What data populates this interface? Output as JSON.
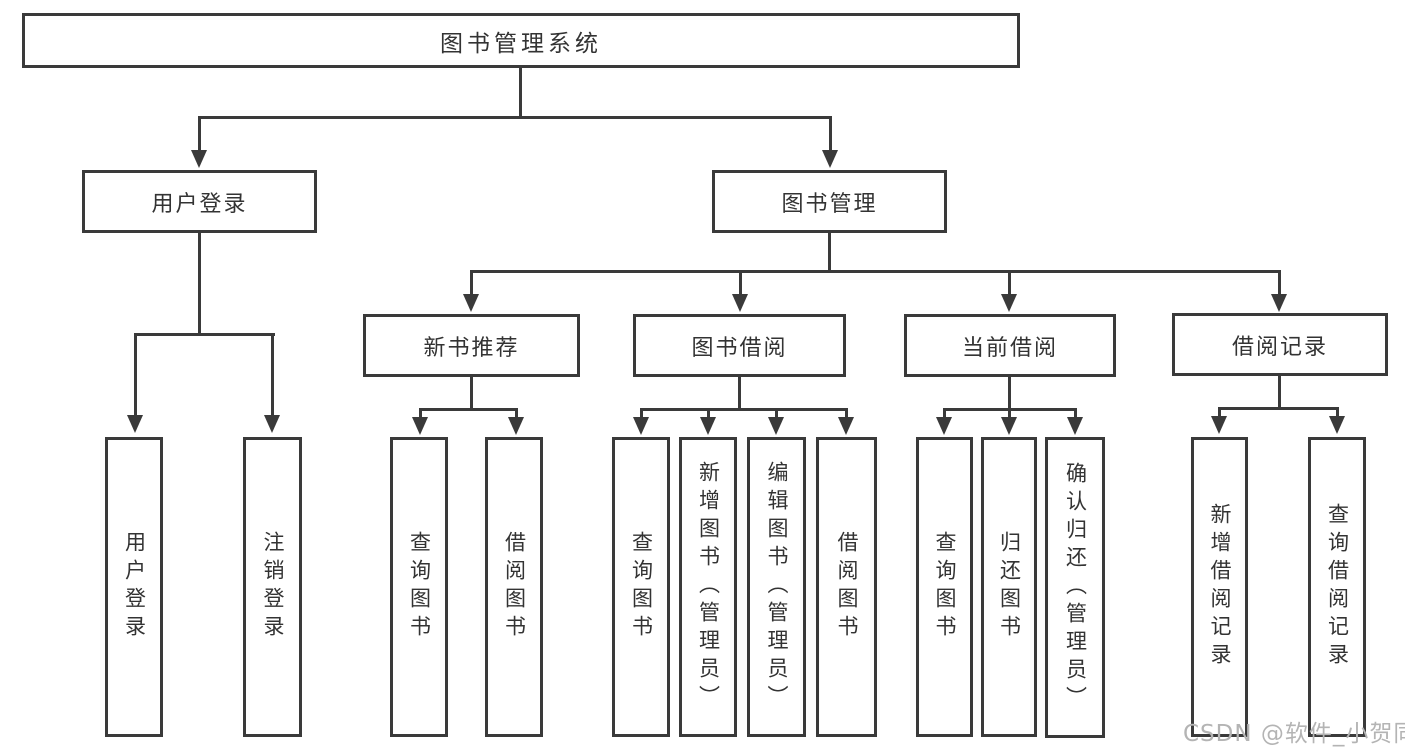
{
  "diagram": {
    "watermark": "CSDN @软件_小贺同学",
    "colors": {
      "line": "#3a3a3a",
      "text": "#333333",
      "background": "#ffffff",
      "watermark": "#b4b4b4"
    }
  },
  "tree": {
    "root": {
      "label": "图书管理系统"
    },
    "level2": {
      "user_login": {
        "label": "用户登录"
      },
      "book_mgmt": {
        "label": "图书管理"
      }
    },
    "level3": {
      "new_book_rec": {
        "label": "新书推荐"
      },
      "book_borrow": {
        "label": "图书借阅"
      },
      "current_borrow": {
        "label": "当前借阅"
      },
      "borrow_record": {
        "label": "借阅记录"
      }
    },
    "leaves": {
      "user_login_login": {
        "label": "用户登录"
      },
      "user_login_logout": {
        "label": "注销登录"
      },
      "rec_query_book": {
        "label": "查询图书"
      },
      "rec_borrow_book": {
        "label": "借阅图书"
      },
      "bb_query_book": {
        "label": "查询图书"
      },
      "bb_add_book": {
        "label": "新增图书（管理员）"
      },
      "bb_edit_book": {
        "label": "编辑图书（管理员）"
      },
      "bb_borrow_book": {
        "label": "借阅图书"
      },
      "cb_query_book": {
        "label": "查询图书"
      },
      "cb_return_book": {
        "label": "归还图书"
      },
      "cb_confirm_return": {
        "label": "确认归还（管理员）"
      },
      "br_add_record": {
        "label": "新增借阅记录"
      },
      "br_query_record": {
        "label": "查询借阅记录"
      }
    }
  }
}
